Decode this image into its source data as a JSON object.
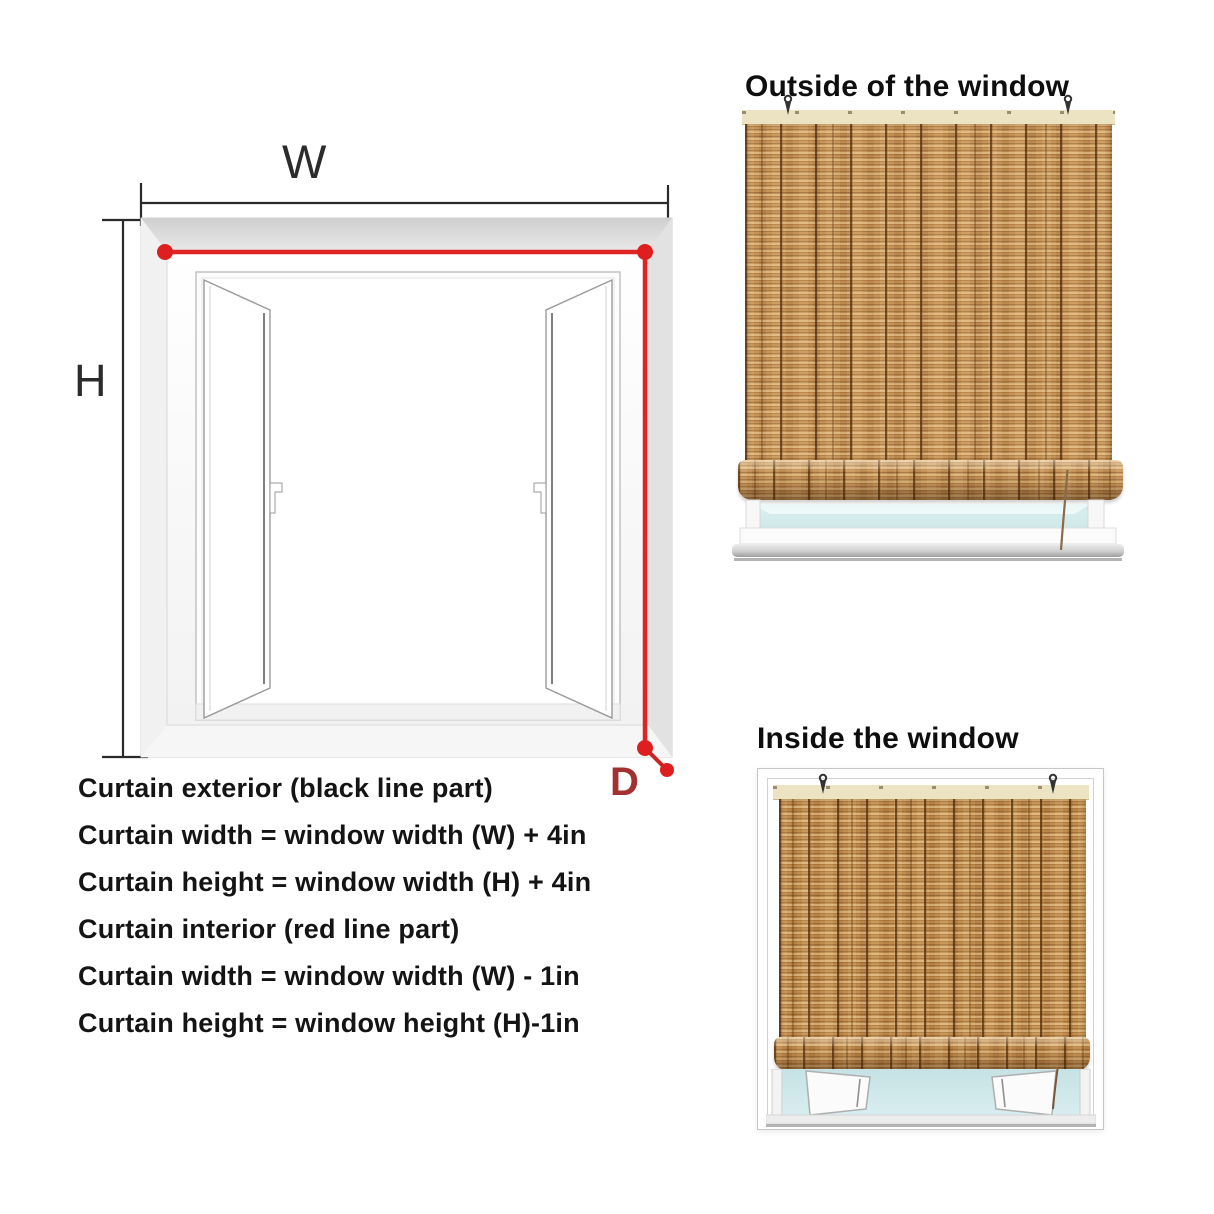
{
  "diagram": {
    "width_label": "W",
    "height_label": "H",
    "depth_label": "D",
    "notes": [
      "Curtain exterior (black line part)",
      "Curtain width = window width (W) + 4in",
      "Curtain height = window width (H) + 4in",
      "Curtain interior (red line part)",
      "Curtain width = window width (W) - 1in",
      "Curtain height = window height (H)-1in"
    ]
  },
  "photos": {
    "outside": {
      "title": "Outside of the window"
    },
    "inside": {
      "title": "Inside the window"
    }
  },
  "colors": {
    "exterior_line": "#2a2a2a",
    "interior_line": "#e02323",
    "depth_label": "#a33131",
    "reed_base": "#c4935a",
    "reed_cord": "#4a280a",
    "header_strip": "#ece3c3",
    "glass": "#d5ebec",
    "window_frame": "#ffffff"
  }
}
